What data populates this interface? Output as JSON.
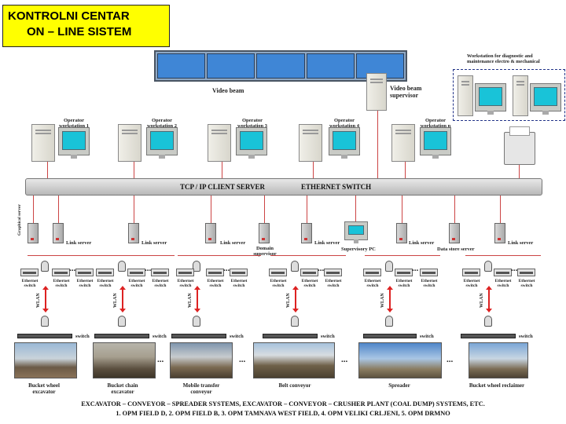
{
  "title": {
    "line1": "KONTROLNI CENTAR",
    "line2": "ON – LINE SISTEM"
  },
  "video_beam": {
    "label": "Video beam",
    "supervisor": "Video beam supervisor"
  },
  "diagnostic": {
    "label": "Workstation for diagnostic and maintenance electro & mechanical"
  },
  "operators": [
    {
      "label": "Operator workstation 1"
    },
    {
      "label": "Operator workstation 2"
    },
    {
      "label": "Operator workstation 3"
    },
    {
      "label": "Operator workstation 4"
    },
    {
      "label": "Operator workstation n"
    }
  ],
  "switch_bar": {
    "left": "TCP / IP   CLIENT SERVER",
    "right": "ETHERNET SWITCH"
  },
  "servers": {
    "graphical": "Graphical server",
    "link": "Link server",
    "domain": "Domain supervisor",
    "supervisory_pc": "Supervisory PC",
    "data_store": "Data store server"
  },
  "network": {
    "ethernet_switch": "Ethernet switch",
    "wlan": "WLAN",
    "switch": "switch",
    "ellipsis": "..."
  },
  "machines": [
    {
      "label": "Bucket wheel excavator"
    },
    {
      "label": "Bucket chain excavator"
    },
    {
      "label": "Mobile transfer conveyor"
    },
    {
      "label": "Belt conveyor"
    },
    {
      "label": "Spreader"
    },
    {
      "label": "Bucket wheel reclaimer"
    }
  ],
  "footer": {
    "line1": "EXCAVATOR – CONVEYOR – SPREADER SYSTEMS,     EXCAVATOR – CONVEYOR – CRUSHER PLANT (COAL DUMP) SYSTEMS,   ETC.",
    "line2": "1. OPM FIELD D, 2. OPM FIELD B, 3. OPM TAMNAVA WEST FIELD, 4. OPM VELIKI CRLJENI, 5. OPM DRMNO"
  },
  "colors": {
    "title_bg": "#ffff00",
    "screen": "#19c3d8",
    "cable": "#cc4444",
    "wlan_arrow": "#dd2222"
  }
}
